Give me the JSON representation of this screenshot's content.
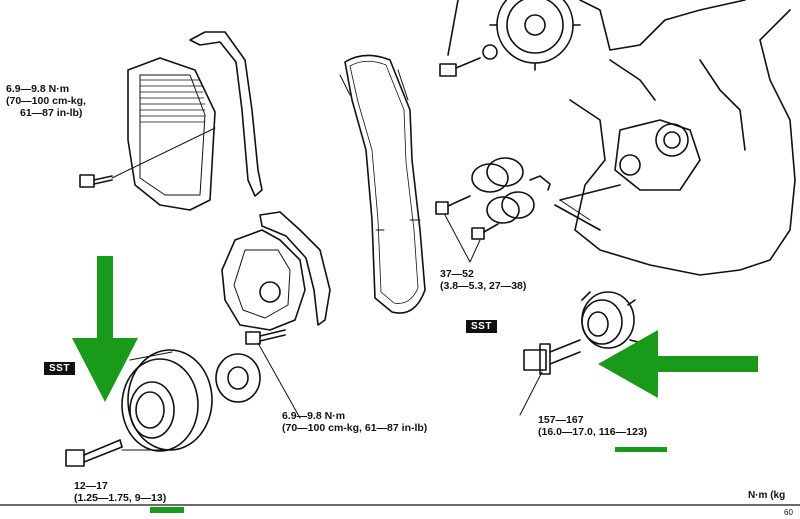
{
  "labels": {
    "cover_torque": {
      "line1": "6.9—9.8 N·m",
      "line2": "(70—100 cm-kg,",
      "line3": "61—87 in-lb)"
    },
    "tensioner_torque": {
      "line1": "37—52",
      "line2": "(3.8—5.3, 27—38)"
    },
    "plate_torque": {
      "line1": "6.9—9.8 N·m",
      "line2": "(70—100 cm-kg, 61—87 in-lb)"
    },
    "crank_pulley_torque": {
      "line1": "12—17",
      "line2": "(1.25—1.75, 9—13)"
    },
    "crank_bolt_torque": {
      "line1": "157—167",
      "line2": "(16.0—17.0, 116—123)"
    },
    "sst_left": "SST",
    "sst_right": "SST",
    "units_footer": "N·m (kg",
    "corner_code": "60"
  },
  "colors": {
    "arrow": "#1a9a1a",
    "underline": "#1a9a1a",
    "ink": "#111111"
  }
}
